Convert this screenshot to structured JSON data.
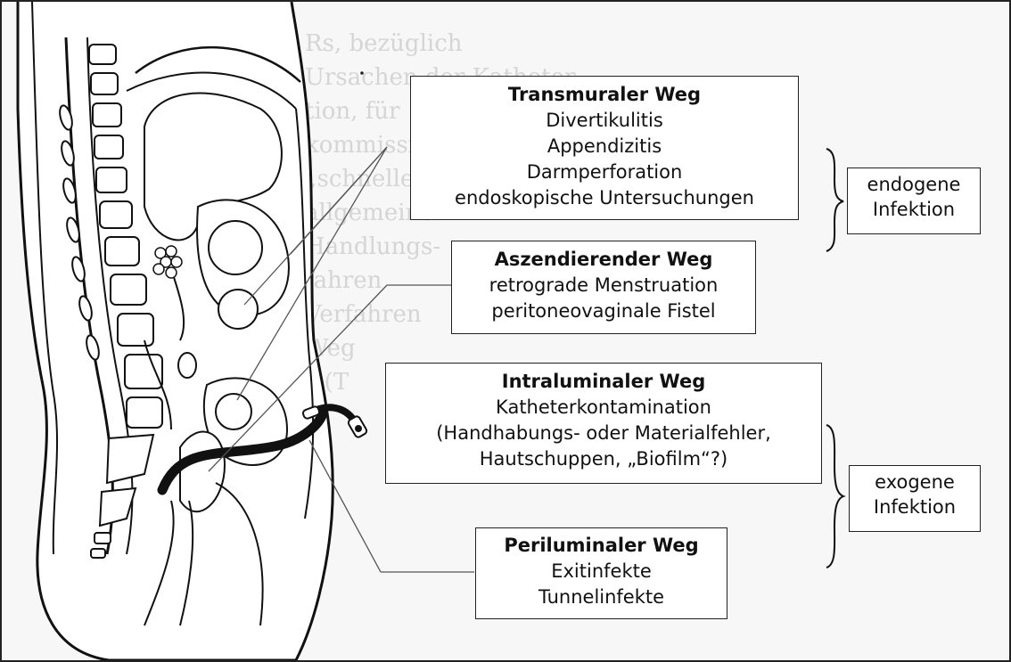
{
  "pathways": {
    "transmural": {
      "title": "Transmuraler Weg",
      "items": [
        "Divertikulitis",
        "Appendizitis",
        "Darmperforation",
        "endoskopische Untersuchungen"
      ]
    },
    "ascending": {
      "title": "Aszendierender Weg",
      "items": [
        "retrograde Menstruation",
        "peritoneovaginale Fistel"
      ]
    },
    "intraluminal": {
      "title": "Intraluminaler Weg",
      "items": [
        "Katheterkontamination",
        "(Handhabungs- oder Materialfehler,",
        "Hautschuppen, „Biofilm“?)"
      ]
    },
    "periluminal": {
      "title": "Periluminaler Weg",
      "items": [
        "Exitinfekte",
        "Tunnelinfekte"
      ]
    }
  },
  "categories": {
    "endogenous": [
      "endogene",
      "Infektion"
    ],
    "exogenous": [
      "exogene",
      "Infektion"
    ]
  }
}
